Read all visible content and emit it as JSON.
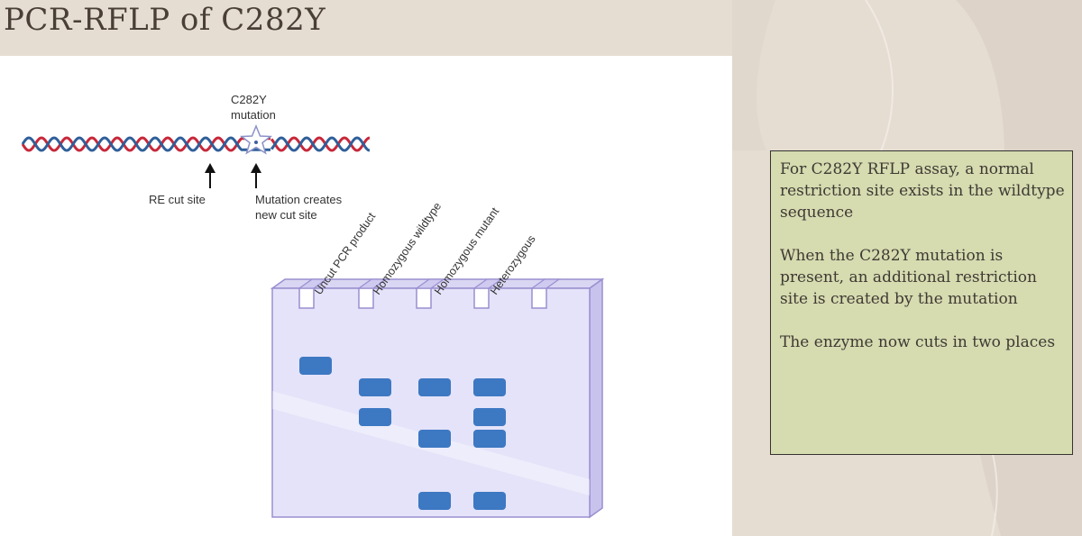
{
  "slide": {
    "title": "PCR-RFLP of C282Y"
  },
  "colors": {
    "background": "#e6ddd2",
    "note_fill": "#d6dbb0",
    "dna_strand_red": "#c7283a",
    "dna_strand_blue": "#2f5f9a",
    "gel_fill": "#e4e3f9",
    "gel_edge": "#9a8fd0",
    "band": "#3d78c2"
  },
  "dna": {
    "mutation_label": [
      "C282Y",
      "mutation"
    ],
    "re_cut_label": "RE cut site",
    "new_cut_label": [
      "Mutation creates",
      "new cut site"
    ]
  },
  "gel": {
    "lanes": [
      {
        "name": "Uncut PCR product",
        "bands": [
          "upper"
        ]
      },
      {
        "name": "Homozygous wildtype",
        "bands": [
          "middle",
          "lower-middle"
        ]
      },
      {
        "name": "Homozygous mutant",
        "bands": [
          "middle",
          "lower",
          "bottom"
        ]
      },
      {
        "name": "Heterozygous",
        "bands": [
          "middle",
          "lower-middle",
          "lower",
          "bottom"
        ]
      }
    ]
  },
  "note": {
    "paragraphs": [
      "For C282Y RFLP assay, a normal restriction site exists in the wildtype sequence",
      "When the C282Y mutation is present, an additional restriction site is created by the mutation",
      "The enzyme now cuts in two places"
    ]
  }
}
